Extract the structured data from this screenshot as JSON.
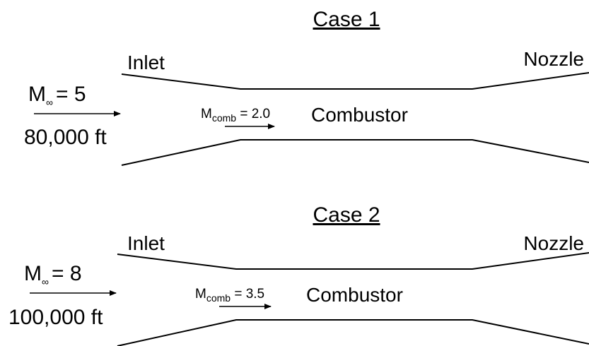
{
  "cases": [
    {
      "title": "Case 1",
      "inlet_label": "Inlet",
      "nozzle_label": "Nozzle",
      "freestream": {
        "symbol": "M",
        "subscript": "∞",
        "value": "= 5"
      },
      "altitude": "80,000 ft",
      "combustor_mach": {
        "symbol": "M",
        "subscript": "comb",
        "value": " = 2.0"
      },
      "combustor_label": "Combustor"
    },
    {
      "title": "Case 2",
      "inlet_label": "Inlet",
      "nozzle_label": "Nozzle",
      "freestream": {
        "symbol": "M",
        "subscript": "∞",
        "value": "= 8"
      },
      "altitude": "100,000 ft",
      "combustor_mach": {
        "symbol": "M",
        "subscript": "comb",
        "value": " = 3.5"
      },
      "combustor_label": "Combustor"
    }
  ]
}
